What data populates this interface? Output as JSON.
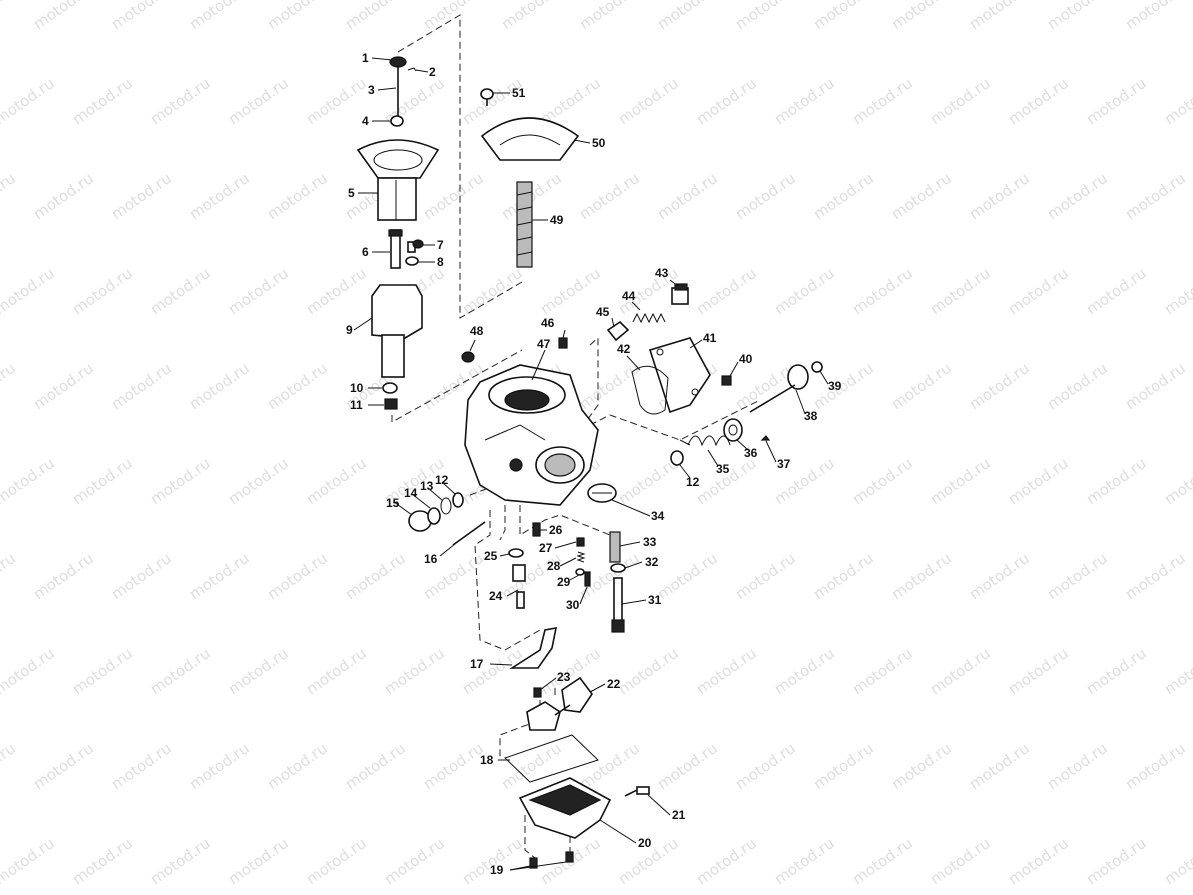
{
  "watermark": {
    "text": "motod.ru"
  },
  "callouts": [
    {
      "id": "1",
      "label": "1"
    },
    {
      "id": "2",
      "label": "2"
    },
    {
      "id": "3",
      "label": "3"
    },
    {
      "id": "4",
      "label": "4"
    },
    {
      "id": "5",
      "label": "5"
    },
    {
      "id": "6",
      "label": "6"
    },
    {
      "id": "7",
      "label": "7"
    },
    {
      "id": "8",
      "label": "8"
    },
    {
      "id": "9",
      "label": "9"
    },
    {
      "id": "10",
      "label": "10"
    },
    {
      "id": "11",
      "label": "11"
    },
    {
      "id": "12a",
      "label": "12"
    },
    {
      "id": "12b",
      "label": "12"
    },
    {
      "id": "13",
      "label": "13"
    },
    {
      "id": "14",
      "label": "14"
    },
    {
      "id": "15",
      "label": "15"
    },
    {
      "id": "16",
      "label": "16"
    },
    {
      "id": "17",
      "label": "17"
    },
    {
      "id": "18",
      "label": "18"
    },
    {
      "id": "19",
      "label": "19"
    },
    {
      "id": "20",
      "label": "20"
    },
    {
      "id": "21",
      "label": "21"
    },
    {
      "id": "22",
      "label": "22"
    },
    {
      "id": "23",
      "label": "23"
    },
    {
      "id": "24",
      "label": "24"
    },
    {
      "id": "25",
      "label": "25"
    },
    {
      "id": "26",
      "label": "26"
    },
    {
      "id": "27",
      "label": "27"
    },
    {
      "id": "28",
      "label": "28"
    },
    {
      "id": "29",
      "label": "29"
    },
    {
      "id": "30",
      "label": "30"
    },
    {
      "id": "31",
      "label": "31"
    },
    {
      "id": "32",
      "label": "32"
    },
    {
      "id": "33",
      "label": "33"
    },
    {
      "id": "34",
      "label": "34"
    },
    {
      "id": "35",
      "label": "35"
    },
    {
      "id": "36",
      "label": "36"
    },
    {
      "id": "37",
      "label": "37"
    },
    {
      "id": "38",
      "label": "38"
    },
    {
      "id": "39",
      "label": "39"
    },
    {
      "id": "40",
      "label": "40"
    },
    {
      "id": "41",
      "label": "41"
    },
    {
      "id": "42",
      "label": "42"
    },
    {
      "id": "43",
      "label": "43"
    },
    {
      "id": "44",
      "label": "44"
    },
    {
      "id": "45",
      "label": "45"
    },
    {
      "id": "46",
      "label": "46"
    },
    {
      "id": "47",
      "label": "47"
    },
    {
      "id": "48",
      "label": "48"
    },
    {
      "id": "49",
      "label": "49"
    },
    {
      "id": "50",
      "label": "50"
    },
    {
      "id": "51",
      "label": "51"
    }
  ]
}
